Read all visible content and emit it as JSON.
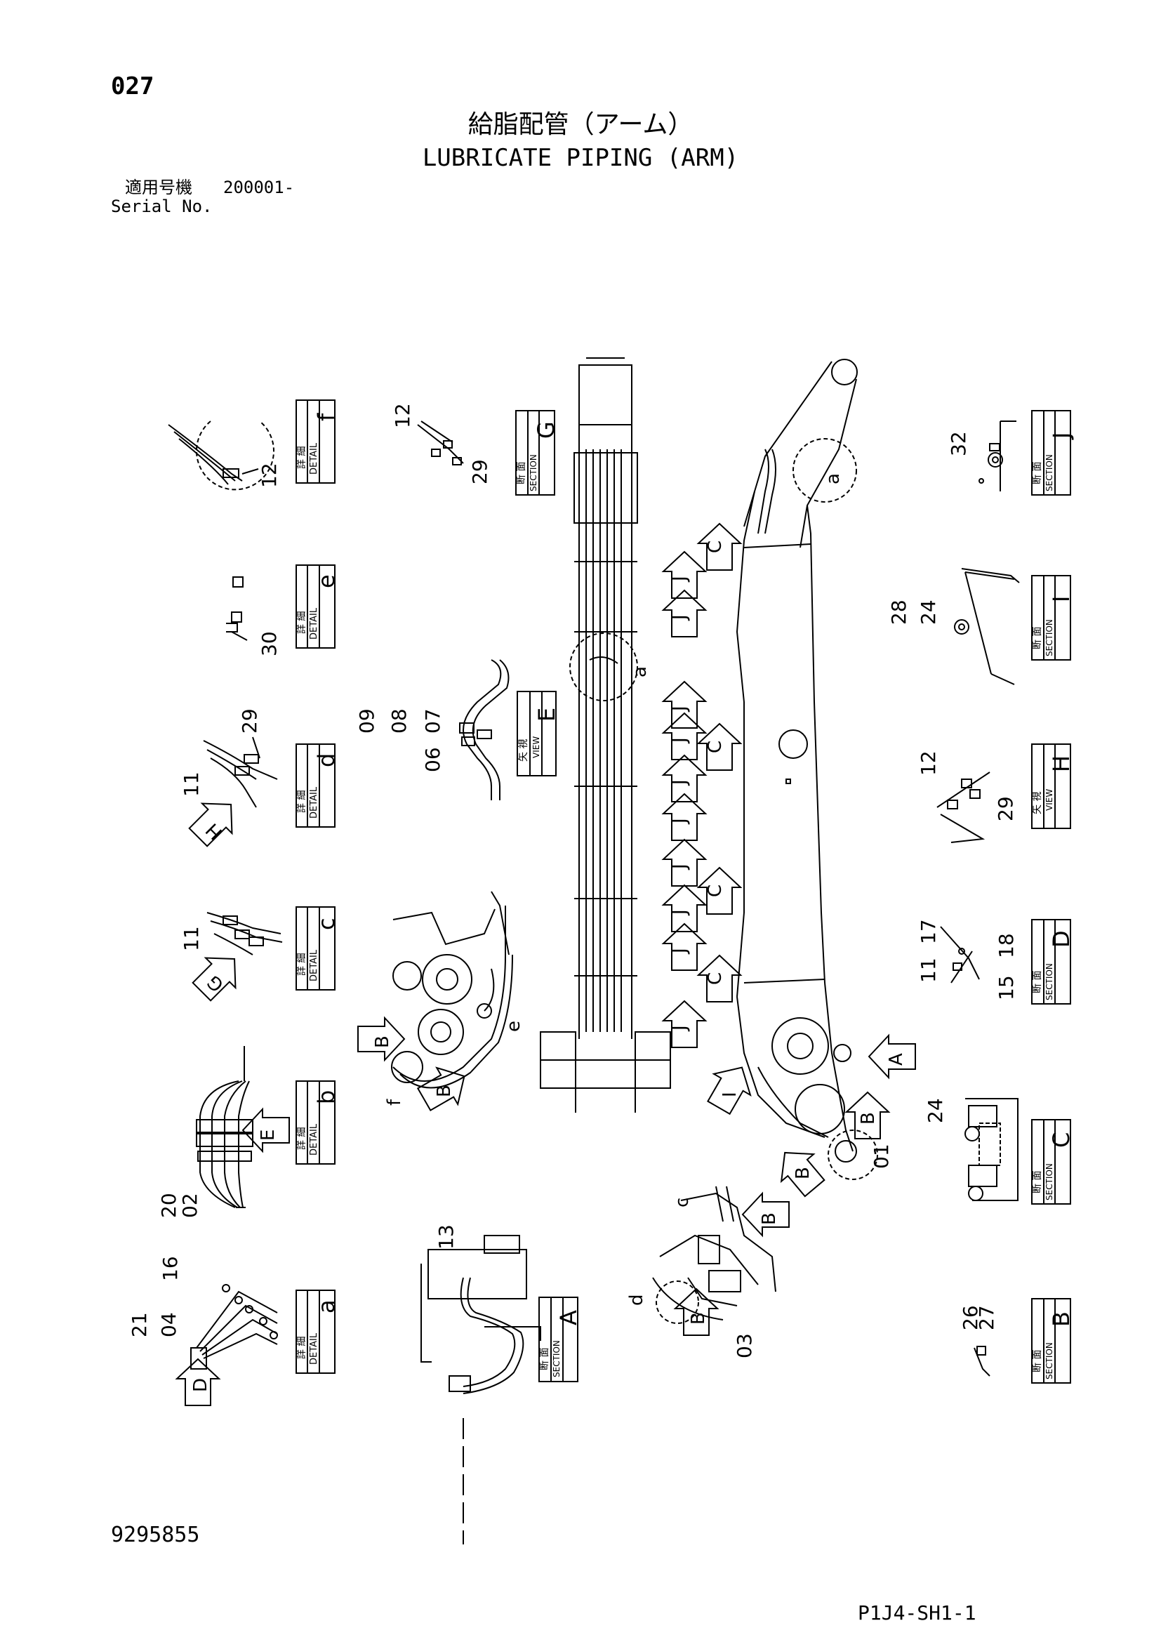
{
  "header": {
    "page_number": "027",
    "title_jp": "給脂配管（アーム）",
    "title_en": "LUBRICATE PIPING (ARM)",
    "serial_label_jp": "適用号機",
    "serial_value": "200001-",
    "serial_label_en": "Serial No."
  },
  "footer": {
    "document_number": "9295855",
    "sheet_code": "P1J4-SH1-1"
  },
  "panel_words": {
    "detail_jp": "詳 細",
    "detail_en": "DETAIL",
    "section_jp": "断 面",
    "section_en": "SECTION",
    "view_jp": "矢 視",
    "view_en": "VIEW"
  },
  "panels": {
    "detail_f": "f",
    "detail_e": "e",
    "detail_d": "d",
    "detail_c": "c",
    "detail_b": "b",
    "detail_a": "a",
    "section_g": "G",
    "view_e": "E",
    "section_a": "A",
    "section_j": "J",
    "section_i": "I",
    "view_h": "H",
    "section_d": "D",
    "section_c": "C",
    "section_b": "B"
  },
  "part_numbers": {
    "p12a": "12",
    "p30": "30",
    "p29a": "29",
    "p11a": "11",
    "p11b": "11",
    "p20": "20",
    "p02": "02",
    "p16": "16",
    "p21": "21",
    "p04": "04",
    "p12b": "12",
    "p29b": "29",
    "p09": "09",
    "p08": "08",
    "p07": "07",
    "p06": "06",
    "p13": "13",
    "p32": "32",
    "p28": "28",
    "p24a": "24",
    "p12c": "12",
    "p29c": "29",
    "p17": "17",
    "p18": "18",
    "p11c": "11",
    "p15": "15",
    "p24b": "24",
    "p26": "26",
    "p27": "27",
    "p01": "01",
    "p03": "03"
  },
  "view_markers": {
    "a1": "a",
    "a2": "a",
    "e": "e",
    "f": "f",
    "c": "c",
    "d": "d",
    "arrow_h": "H",
    "arrow_g": "G",
    "arrow_e": "E",
    "arrow_d": "D",
    "arrow_b1": "B",
    "arrow_b2": "B",
    "arrow_b3": "B",
    "arrow_b4": "B",
    "arrow_b5": "B",
    "arrow_b6": "B",
    "arrow_a": "A",
    "arrow_i": "I",
    "arrow_j": "J",
    "arrow_c": "C"
  }
}
